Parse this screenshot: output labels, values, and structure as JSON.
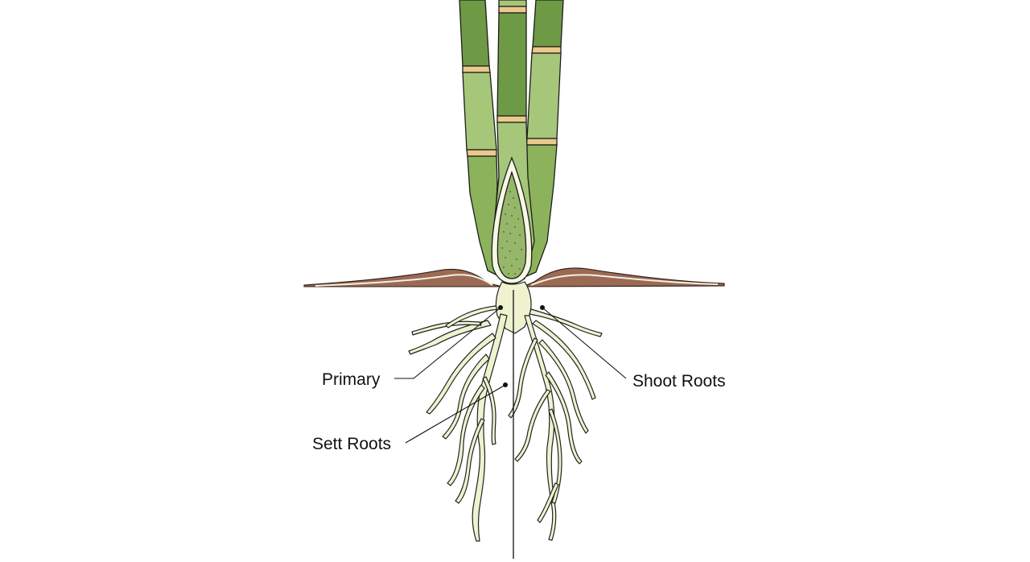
{
  "labels": {
    "primary": "Primary",
    "sett_roots": "Sett Roots",
    "shoot_roots": "Shoot Roots"
  },
  "colors": {
    "stalk_dark": "#6f9a45",
    "stalk_light": "#a6c77a",
    "stalk_mid": "#8cb35b",
    "node_ring": "#e9c98c",
    "bud_fill": "#96b66a",
    "bud_dots": "#3f5c23",
    "soil": "#9a6a55",
    "root_fill": "#eef2cf",
    "line": "#1c1c1c",
    "background": "#ffffff"
  }
}
